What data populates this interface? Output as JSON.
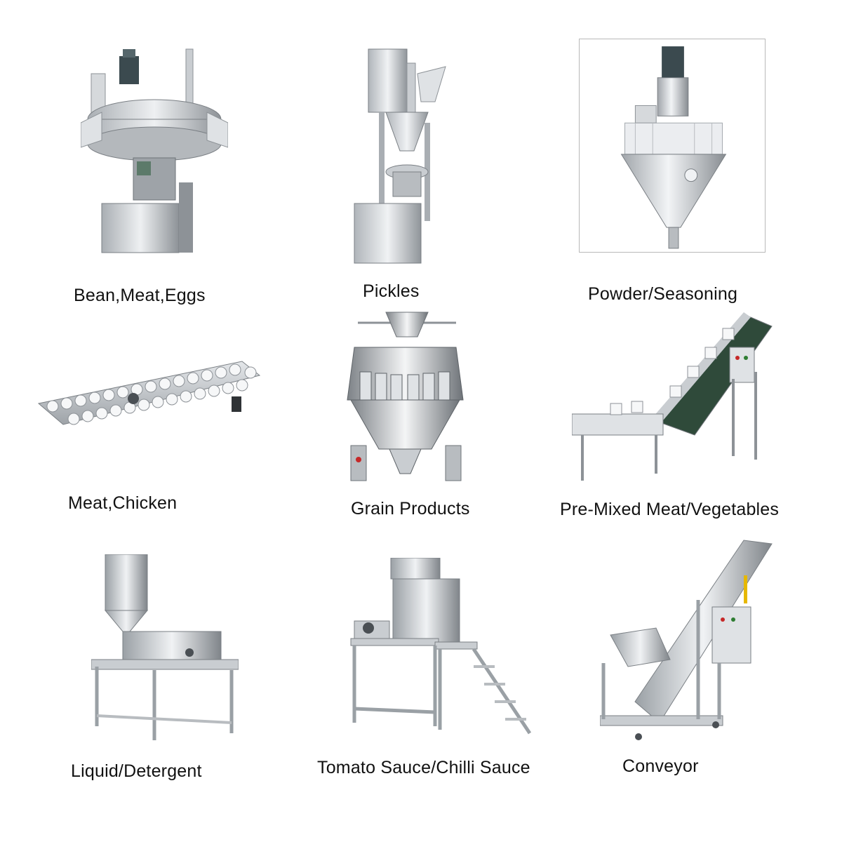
{
  "products": [
    {
      "label": "Bean,Meat,Eggs",
      "icon": "rotary-filler-machine-icon"
    },
    {
      "label": "Pickles",
      "icon": "piston-filler-machine-icon"
    },
    {
      "label": "Powder/Seasoning",
      "icon": "auger-filler-machine-icon"
    },
    {
      "label": "Meat,Chicken",
      "icon": "cup-conveyor-icon"
    },
    {
      "label": "Grain Products",
      "icon": "multihead-weigher-icon"
    },
    {
      "label": "Pre-Mixed Meat/Vegetables",
      "icon": "bucket-elevator-icon"
    },
    {
      "label": "Liquid/Detergent",
      "icon": "liquid-filler-machine-icon"
    },
    {
      "label": "Tomato Sauce/Chilli Sauce",
      "icon": "sauce-filler-platform-icon"
    },
    {
      "label": "Conveyor",
      "icon": "incline-conveyor-icon"
    }
  ],
  "colors": {
    "steel_light": "#e6e8ea",
    "steel_mid": "#b8bcc0",
    "steel_dark": "#6e7378",
    "motor": "#3b4a4f",
    "belt": "#2f4a3a",
    "text": "#111111"
  }
}
